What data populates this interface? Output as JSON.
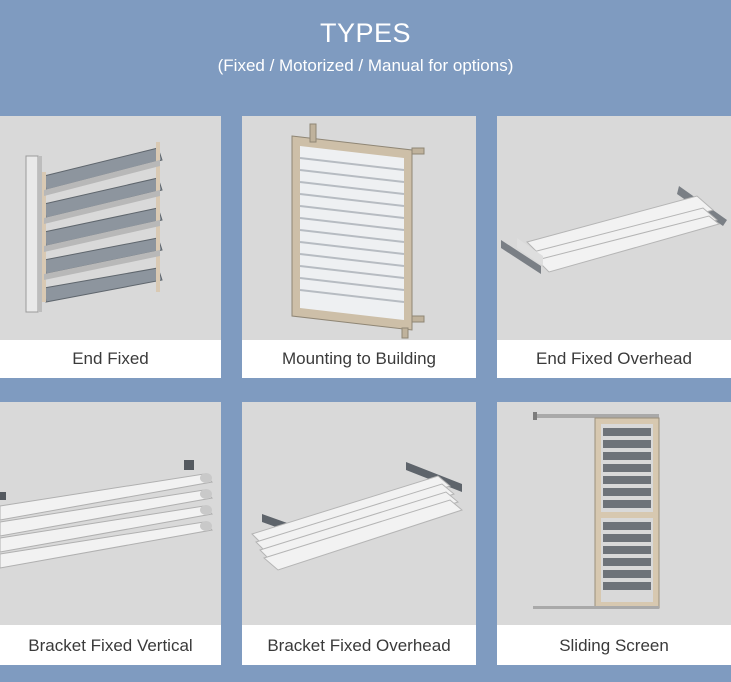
{
  "header": {
    "title": "TYPES",
    "subtitle": "(Fixed / Motorized / Manual for options)"
  },
  "colors": {
    "background": "#7f9bc0",
    "card_image_bg": "#d9d9d9",
    "label_text": "#3a3a3a",
    "frame_beige": "#cdbfa8"
  },
  "cards": [
    {
      "label": "End Fixed",
      "icon": "end-fixed-louver-image"
    },
    {
      "label": "Mounting to Building",
      "icon": "mounting-louver-image"
    },
    {
      "label": "End Fixed Overhead",
      "icon": "overhead-louver-image"
    },
    {
      "label": "Bracket Fixed Vertical",
      "icon": "bracket-vertical-louver-image"
    },
    {
      "label": "Bracket Fixed Overhead",
      "icon": "bracket-overhead-louver-image"
    },
    {
      "label": "Sliding Screen",
      "icon": "sliding-screen-louver-image"
    }
  ]
}
